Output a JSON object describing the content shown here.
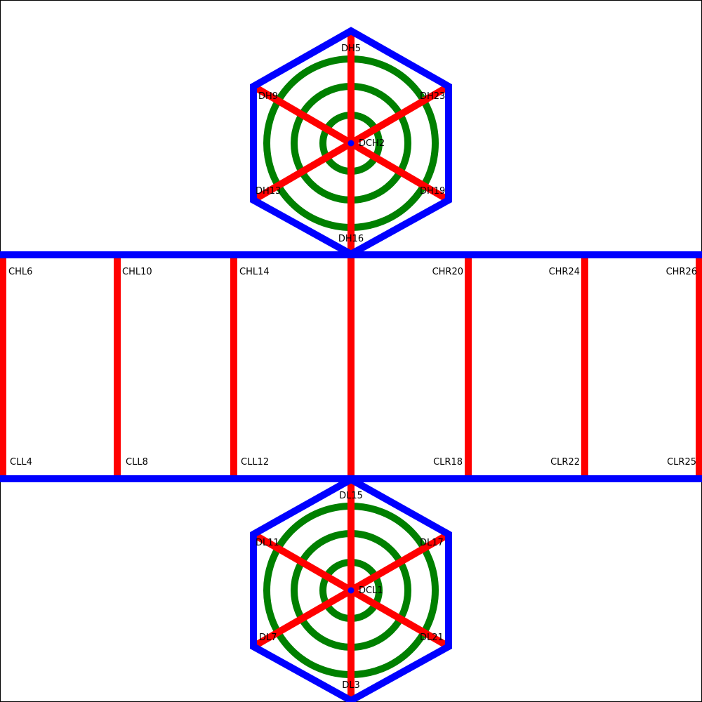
{
  "colors": {
    "boundary": "#0000ff",
    "spoke": "#ff0000",
    "ring": "#008000",
    "center": "#0000ff",
    "frame": "#000000",
    "text": "#000000"
  },
  "labels": {
    "top": {
      "center": "DCH2",
      "n": "DH5",
      "ne": "DH23",
      "se": "DH19",
      "s": "DH16",
      "sw": "DH13",
      "nw": "DH9"
    },
    "bottom": {
      "center": "DCL1",
      "n": "DL15",
      "ne": "DL17",
      "se": "DL21",
      "s": "DL3",
      "sw": "DL7",
      "nw": "DL11"
    },
    "band_top": [
      "CHL6",
      "CHL10",
      "CHL14",
      "CHR20",
      "CHR24",
      "CHR26"
    ],
    "band_bottom": [
      "CLL4",
      "CLL8",
      "CLL12",
      "CLR18",
      "CLR22",
      "CLR25"
    ]
  }
}
